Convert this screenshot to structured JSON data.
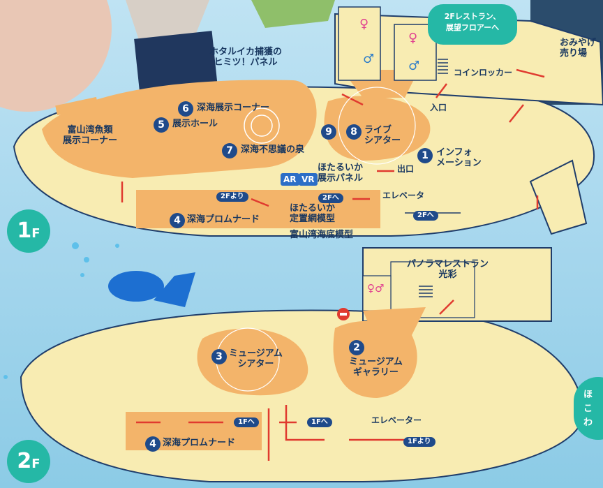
{
  "floors": {
    "f1": "1",
    "f2": "2",
    "suffix": "F"
  },
  "bubbles": {
    "restaurant_top": "2Fレストラン、\n展望フロアーへ",
    "right_side": "ほ\nこ\nわ"
  },
  "labels_1f": {
    "panel_title": "ホタルイカ捕獲の\nヒミツ！パネル",
    "gift_shop": "おみやげ\n売り場",
    "coin_locker": "コインロッカー",
    "entrance": "入口",
    "exit": "出口",
    "fish_corner": "富山湾魚類\n展示コーナー",
    "deep_sea_corner": "深海展示コーナー",
    "exhibition_hall": "展示ホール",
    "deep_sea_spring": "深海不思議の泉",
    "live_theater": "ライブ\nシアター",
    "info": "インフォ\nメーション",
    "hotaru_panel": "ほたるいか\n展示パネル",
    "ar": "AR",
    "vr": "VR",
    "elevator": "エレベータ",
    "promenade": "深海プロムナード",
    "net_model": "ほたるいか\n定置網模型",
    "bay_model": "富山湾海底模型",
    "from_2f": "2Fより",
    "to_2f_a": "2Fへ",
    "to_2f_b": "2Fへ"
  },
  "labels_2f": {
    "restaurant": "パノラマレストラン\n光彩",
    "museum_theater": "ミュージアム\nシアター",
    "museum_gallery": "ミュージアム\nギャラリー",
    "promenade": "深海プロムナード",
    "elevator": "エレベーター",
    "to_1f_a": "1Fへ",
    "to_1f_b": "1Fへ",
    "from_1f": "1Fより"
  },
  "numbers": {
    "n1": "1",
    "n2": "2",
    "n3": "3",
    "n4a": "4",
    "n4b": "4",
    "n5": "5",
    "n6": "6",
    "n7": "7",
    "n8": "8",
    "n9": "9"
  },
  "colors": {
    "floor": "#f8ecb2",
    "room": "#f3b46a",
    "marker": "#1f4a8a",
    "arrow": "#e03a2f",
    "teal": "#25b8a6"
  }
}
